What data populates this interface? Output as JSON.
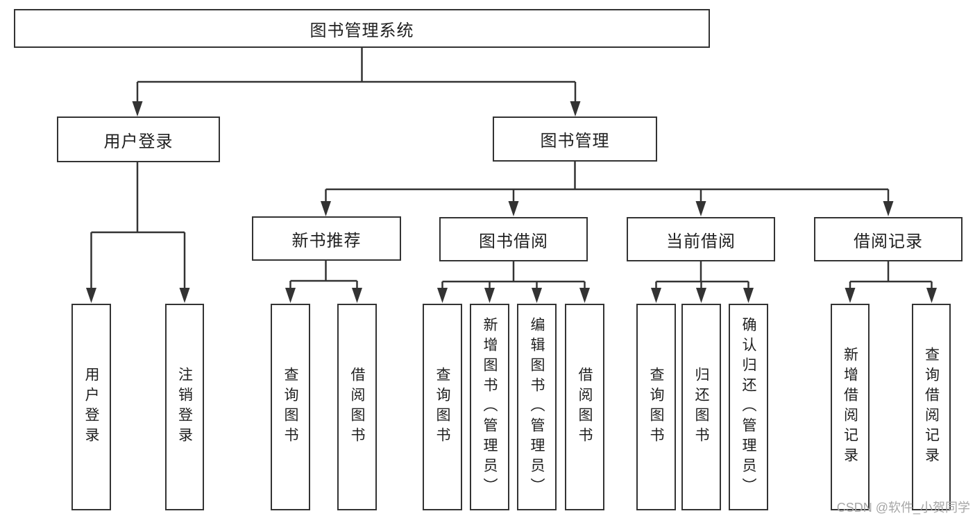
{
  "tree": {
    "root": {
      "label": "图书管理系统",
      "children": [
        {
          "label": "用户登录",
          "children": [
            {
              "label": "用户登录"
            },
            {
              "label": "注销登录"
            }
          ]
        },
        {
          "label": "图书管理",
          "children": [
            {
              "label": "新书推荐",
              "children": [
                {
                  "label": "查询图书"
                },
                {
                  "label": "借阅图书"
                }
              ]
            },
            {
              "label": "图书借阅",
              "children": [
                {
                  "label": "查询图书"
                },
                {
                  "label": "新增图书（管理员）"
                },
                {
                  "label": "编辑图书（管理员）"
                },
                {
                  "label": "借阅图书"
                }
              ]
            },
            {
              "label": "当前借阅",
              "children": [
                {
                  "label": "查询图书"
                },
                {
                  "label": "归还图书"
                },
                {
                  "label": "确认归还（管理员）"
                }
              ]
            },
            {
              "label": "借阅记录",
              "children": [
                {
                  "label": "新增借阅记录"
                },
                {
                  "label": "查询借阅记录"
                }
              ]
            }
          ]
        }
      ]
    }
  },
  "watermark": {
    "text": "CSDN @软件_小贺同学"
  },
  "colors": {
    "line": "#333333",
    "box_border": "#333333",
    "text": "#1f1f1f",
    "watermark_text": "#a6a6a6",
    "background": "#ffffff"
  }
}
